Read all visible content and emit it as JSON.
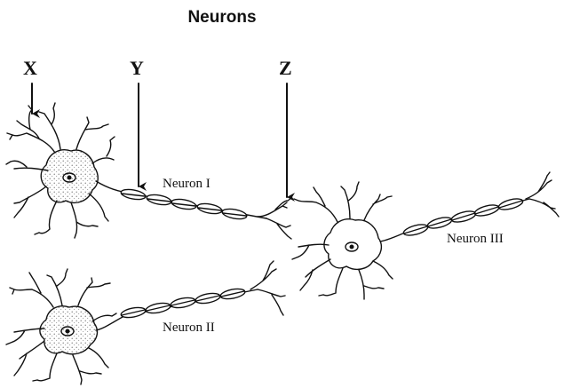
{
  "title": "Neurons",
  "pointers": {
    "x": "X",
    "y": "Y",
    "z": "Z"
  },
  "neurons": {
    "neuron_1": "Neuron I",
    "neuron_2": "Neuron II",
    "neuron_3": "Neuron III"
  }
}
